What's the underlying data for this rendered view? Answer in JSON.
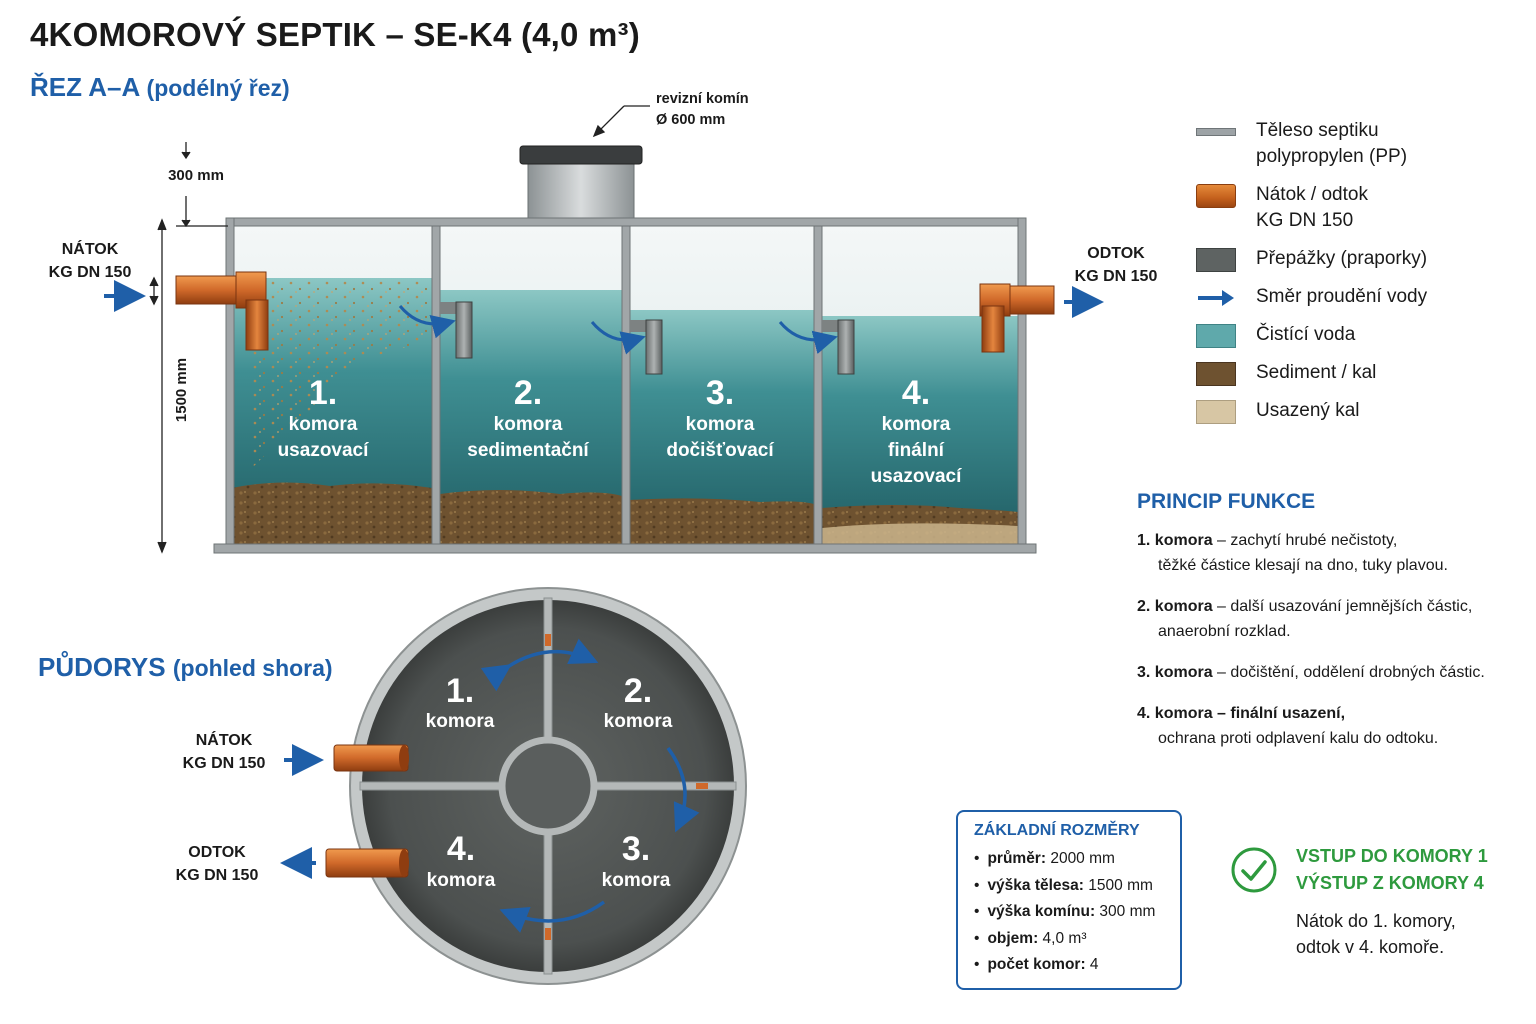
{
  "title": "4KOMOROVÝ SEPTIK – SE-K4 (4,0 m³)",
  "section_cut": {
    "main": "ŘEZ A–A",
    "sub": "(podélný řez)"
  },
  "section_plan": {
    "main": "PŮDORYS",
    "sub": "(pohled shora)"
  },
  "chimney_label": {
    "line1": "revizní komín",
    "line2": "Ø 600 mm"
  },
  "dim_300": "300 mm",
  "dim_1500": "1500 mm",
  "inlet": {
    "line1": "NÁTOK",
    "line2": "KG DN 150"
  },
  "outlet": {
    "line1": "ODTOK",
    "line2": "KG DN 150"
  },
  "chambers_cut": [
    {
      "num": "1.",
      "line1": "komora",
      "line2": "usazovací",
      "line3": ""
    },
    {
      "num": "2.",
      "line1": "komora",
      "line2": "sedimentační",
      "line3": ""
    },
    {
      "num": "3.",
      "line1": "komora",
      "line2": "dočišťovací",
      "line3": ""
    },
    {
      "num": "4.",
      "line1": "komora",
      "line2": "finální",
      "line3": "usazovací"
    }
  ],
  "chambers_plan": [
    {
      "num": "1.",
      "label": "komora"
    },
    {
      "num": "2.",
      "label": "komora"
    },
    {
      "num": "3.",
      "label": "komora"
    },
    {
      "num": "4.",
      "label": "komora"
    }
  ],
  "legend": [
    {
      "icon": "body-swatch",
      "line1": "Těleso septiku",
      "line2": "polypropylen (PP)"
    },
    {
      "icon": "pipe-swatch",
      "line1": "Nátok / odtok",
      "line2": "KG DN 150"
    },
    {
      "icon": "baffle-swatch",
      "line1": "Přepážky (praporky)",
      "line2": ""
    },
    {
      "icon": "flow-arrow-icon",
      "line1": "Směr proudění vody",
      "line2": ""
    },
    {
      "icon": "water-swatch",
      "line1": "Čistící voda",
      "line2": ""
    },
    {
      "icon": "sediment-swatch",
      "line1": "Sediment / kal",
      "line2": ""
    },
    {
      "icon": "sludge-swatch",
      "line1": "Usazený kal",
      "line2": ""
    }
  ],
  "princip": {
    "heading": "PRINCIP FUNKCE",
    "items": [
      {
        "n": "1.",
        "bold": "komora",
        "text1": " – zachytí hrubé nečistoty,",
        "text2": "těžké částice klesají na dno, tuky plavou."
      },
      {
        "n": "2.",
        "bold": "komora",
        "text1": " – další usazování jemnějších částic,",
        "text2": "anaerobní rozklad."
      },
      {
        "n": "3.",
        "bold": "komora",
        "text1": " – dočištění, oddělení drobných částic.",
        "text2": ""
      },
      {
        "n": "4.",
        "bold": "komora – finální usazení,",
        "text1": "",
        "text2": "ochrana proti odplavení kalu do odtoku."
      }
    ]
  },
  "dimensions": {
    "heading": "ZÁKLADNÍ ROZMĚRY",
    "items": [
      {
        "key": "průměr:",
        "value": " 2000 mm"
      },
      {
        "key": "výška tělesa:",
        "value": " 1500 mm"
      },
      {
        "key": "výška komínu:",
        "value": " 300 mm"
      },
      {
        "key": "objem:",
        "value": " 4,0 m³"
      },
      {
        "key": "počet komor:",
        "value": " 4"
      }
    ]
  },
  "inout": {
    "line1": "VSTUP DO KOMORY 1",
    "line2": "VÝSTUP Z KOMORY 4",
    "note1": "Nátok do 1. komory,",
    "note2": "odtok v 4. komoře."
  },
  "colors": {
    "accent": "#1f5fa8",
    "water": "#5fa9ab",
    "pipe": "#d0692a",
    "baffle": "#5e6362",
    "sediment": "#6e5230",
    "check": "#2e9a3e"
  }
}
